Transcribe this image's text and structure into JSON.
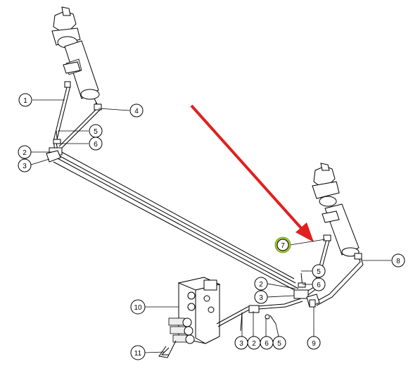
{
  "callouts": [
    {
      "id": "c1",
      "label": "1"
    },
    {
      "id": "c4",
      "label": "4"
    },
    {
      "id": "c5a",
      "label": "5"
    },
    {
      "id": "c6a",
      "label": "6"
    },
    {
      "id": "c2a",
      "label": "2"
    },
    {
      "id": "c3a",
      "label": "3"
    },
    {
      "id": "c7",
      "label": "7"
    },
    {
      "id": "c8",
      "label": "8"
    },
    {
      "id": "c5b",
      "label": "5"
    },
    {
      "id": "c2b",
      "label": "2"
    },
    {
      "id": "c6b",
      "label": "6"
    },
    {
      "id": "c3b",
      "label": "3"
    },
    {
      "id": "c10",
      "label": "10"
    },
    {
      "id": "c9",
      "label": "9"
    },
    {
      "id": "c3c",
      "label": "3"
    },
    {
      "id": "c2c",
      "label": "2"
    },
    {
      "id": "c6c",
      "label": "6"
    },
    {
      "id": "c5c",
      "label": "5"
    },
    {
      "id": "c11",
      "label": "11"
    }
  ],
  "colors": {
    "arrow": "#e02020",
    "highlight": "#9fc63b",
    "line": "#000000"
  }
}
